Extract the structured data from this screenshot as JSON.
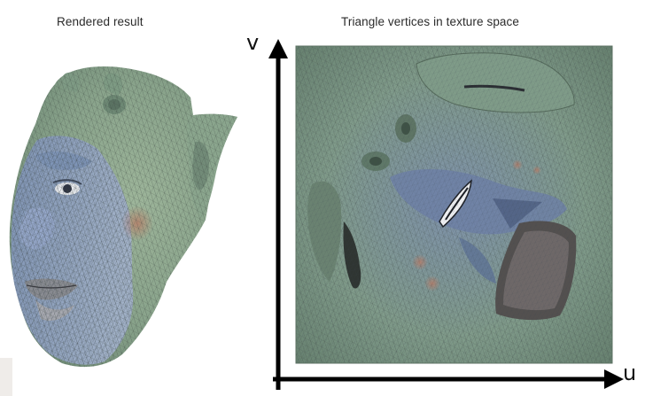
{
  "panels": {
    "left": {
      "caption": "Rendered result"
    },
    "right": {
      "caption": "Triangle vertices in texture space"
    }
  },
  "axes": {
    "vertical_label": "v",
    "horizontal_label": "u"
  },
  "colors": {
    "mesh_green": "#8fa88a",
    "mesh_blue": "#8f9fbd",
    "texture_green": "#7e9a86",
    "texture_blue": "#7388aa",
    "axis": "#000000",
    "wireframe": "#4e5a52"
  }
}
